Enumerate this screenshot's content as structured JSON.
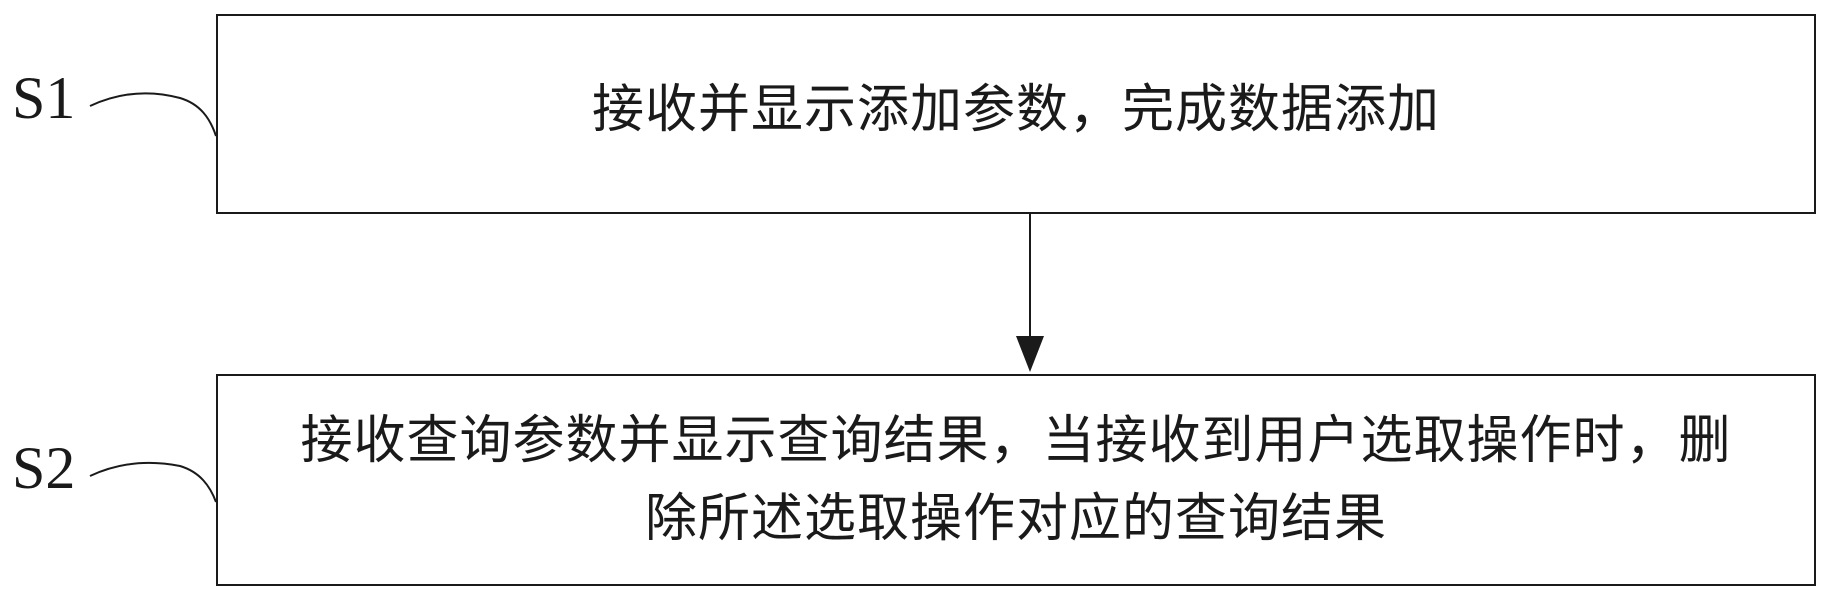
{
  "steps": [
    {
      "id": "S1",
      "label": "S1",
      "text": "接收并显示添加参数，完成数据添加"
    },
    {
      "id": "S2",
      "label": "S2",
      "text": "接收查询参数并显示查询结果，当接收到用户选取操作时，删除所述选取操作对应的查询结果"
    }
  ],
  "colors": {
    "stroke": "#1a1a1a",
    "background": "#ffffff"
  }
}
